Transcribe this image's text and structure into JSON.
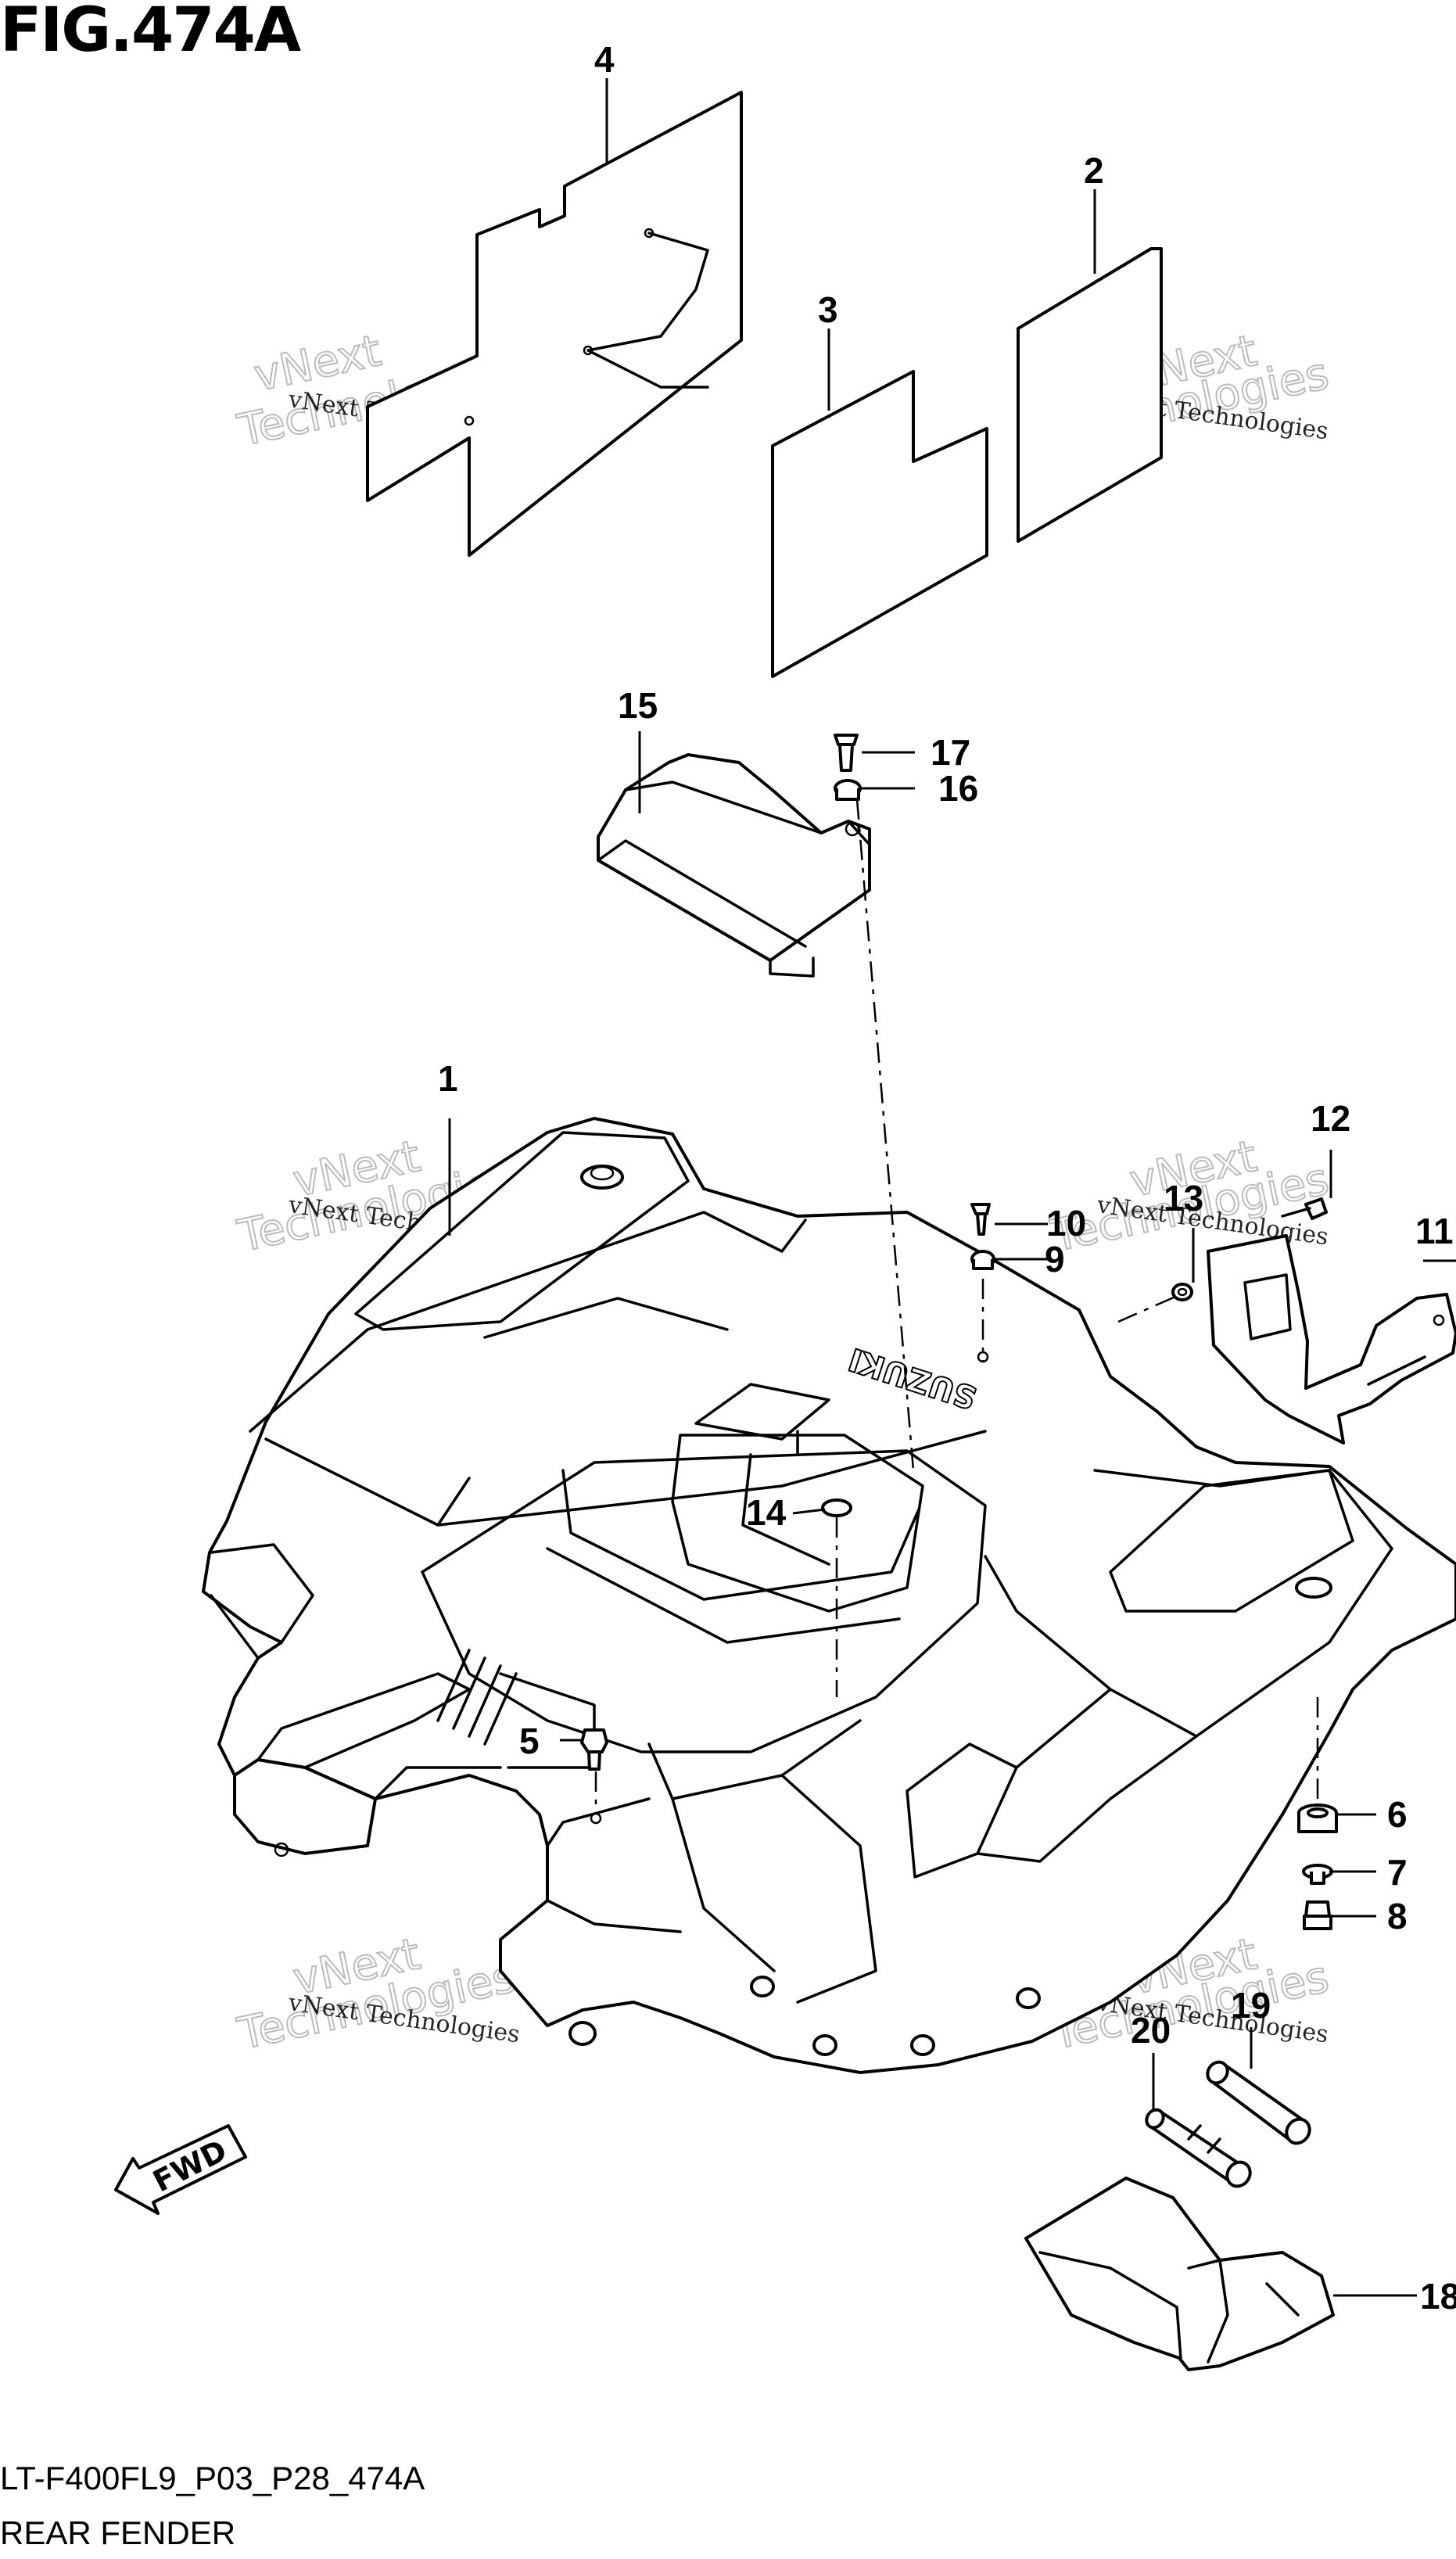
{
  "figure": {
    "title": "FIG.474A",
    "code": "LT-F400FL9_P03_P28_474A",
    "name": "REAR FENDER"
  },
  "fwd_label": "FWD",
  "brand_text": "SUZUKI",
  "watermark": {
    "small": "vNext Technologies",
    "large_top": "vNext",
    "large_bottom": "Technologies"
  },
  "callouts": [
    "1",
    "2",
    "3",
    "4",
    "5",
    "6",
    "7",
    "8",
    "9",
    "10",
    "11",
    "12",
    "13",
    "14",
    "15",
    "16",
    "17",
    "18",
    "19",
    "20"
  ]
}
